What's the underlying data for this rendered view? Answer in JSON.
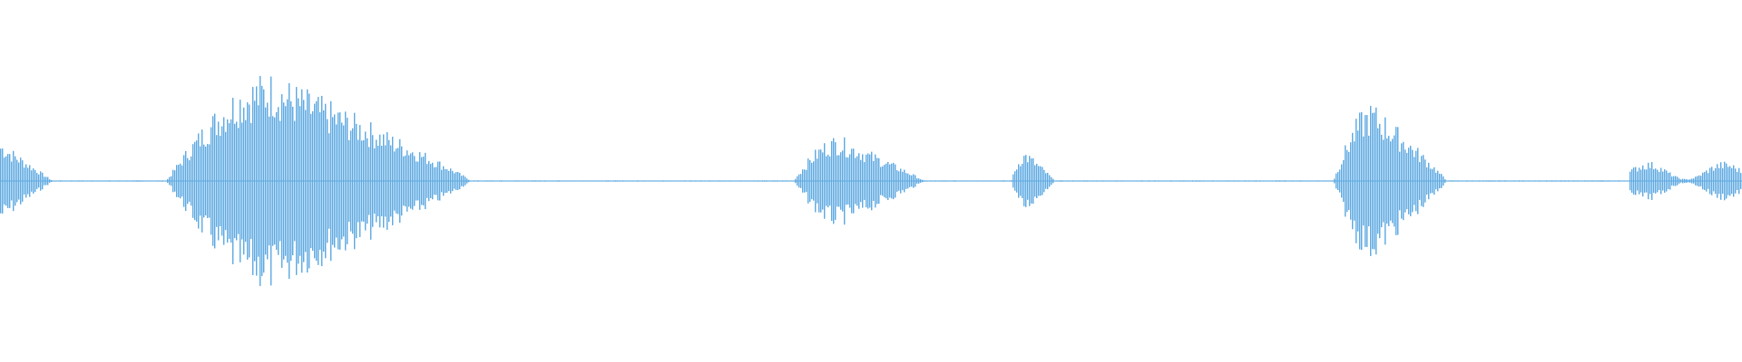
{
  "waveform": {
    "color": "#5DA9E1",
    "background": "#FFFFFF",
    "segments": [
      {
        "name": "burst-1",
        "start": 0.0,
        "end": 0.03,
        "peak": 0.38
      },
      {
        "name": "burst-2",
        "start": 0.095,
        "end": 0.27,
        "peak": 1.0
      },
      {
        "name": "burst-3",
        "start": 0.455,
        "end": 0.53,
        "peak": 0.42
      },
      {
        "name": "burst-4",
        "start": 0.58,
        "end": 0.605,
        "peak": 0.28
      },
      {
        "name": "burst-5",
        "start": 0.765,
        "end": 0.83,
        "peak": 0.72
      },
      {
        "name": "burst-6",
        "start": 0.935,
        "end": 1.0,
        "peak": 0.18
      }
    ]
  }
}
